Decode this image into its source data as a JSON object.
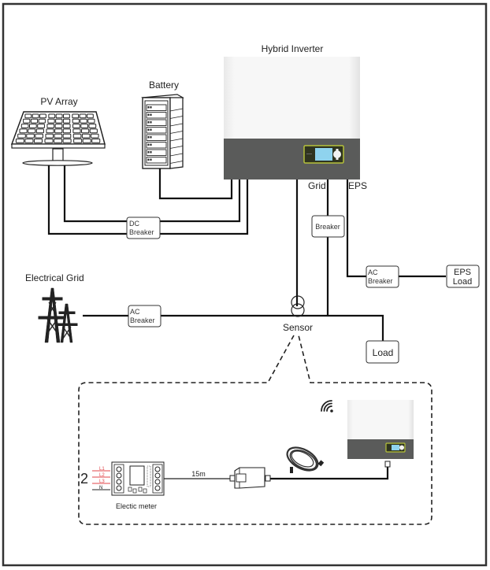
{
  "diagram": {
    "components": {
      "pv_array": {
        "label": "PV Array"
      },
      "battery": {
        "label": "Battery"
      },
      "hybrid_inverter": {
        "label": "Hybrid Inverter",
        "port_grid": "Grid",
        "port_eps": "EPS"
      },
      "electrical_grid": {
        "label": "Electrical Grid"
      },
      "sensor": {
        "label": "Sensor"
      },
      "load": {
        "label": "Load"
      },
      "eps_load": {
        "line1": "EPS",
        "line2": "Load"
      }
    },
    "breakers": {
      "dc_breaker": {
        "line1": "DC",
        "line2": "Breaker"
      },
      "grid_breaker": {
        "line1": "Breaker"
      },
      "ac_breaker_eps": {
        "line1": "AC",
        "line2": "Breaker"
      },
      "ac_breaker_grid": {
        "line1": "AC",
        "line2": "Breaker"
      }
    },
    "detail": {
      "meter_label": "Electic meter",
      "cable_length": "15m",
      "phase_count": "2",
      "phases": [
        "L1",
        "L2",
        "L3",
        "N"
      ]
    },
    "colors": {
      "inverter_top": "#f4f4f4",
      "inverter_bottom": "#5a5b5a",
      "display_frame": "#b6c23a",
      "display_screen": "#8fd3ee",
      "phase_red": "#e0444a"
    }
  }
}
